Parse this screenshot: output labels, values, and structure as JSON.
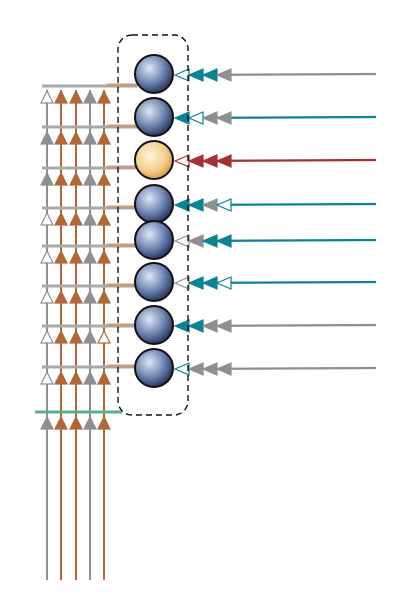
{
  "palette": {
    "gray": "#8f8f8f",
    "teal": "#0e8294",
    "red": "#a33232",
    "brown": "#b0673a",
    "brown_light": "#c79a82",
    "green": "#5fae8a",
    "node_blue_dark": "#1f2d55",
    "node_blue_light": "#c6d2ec",
    "node_gold_dark": "#b9853b",
    "node_gold_light": "#fde9c4",
    "outline": "#111111"
  },
  "nodes": [
    {
      "kind": "blue",
      "input_color": "gray",
      "arrow_fills": [
        "teal-open",
        "teal",
        "teal",
        "gray"
      ]
    },
    {
      "kind": "blue",
      "input_color": "teal",
      "arrow_fills": [
        "teal",
        "teal-open",
        "gray",
        "gray"
      ]
    },
    {
      "kind": "gold",
      "input_color": "red",
      "arrow_fills": [
        "red-open",
        "red",
        "red",
        "red"
      ]
    },
    {
      "kind": "blue",
      "input_color": "teal",
      "arrow_fills": [
        "teal",
        "teal",
        "gray",
        "teal-open"
      ]
    },
    {
      "kind": "blue",
      "input_color": "teal",
      "arrow_fills": [
        "gray-open",
        "gray",
        "teal",
        "teal"
      ]
    },
    {
      "kind": "blue",
      "input_color": "teal",
      "arrow_fills": [
        "gray-open",
        "teal",
        "teal",
        "teal-open"
      ]
    },
    {
      "kind": "blue",
      "input_color": "gray",
      "arrow_fills": [
        "teal",
        "teal",
        "gray",
        "gray"
      ]
    },
    {
      "kind": "blue",
      "input_color": "gray",
      "arrow_fills": [
        "teal-open",
        "gray",
        "gray",
        "gray"
      ]
    }
  ],
  "verticals": [
    "gray",
    "brown",
    "brown",
    "gray",
    "brown"
  ],
  "rows_arrows": [
    [
      "gray-open",
      "brown",
      "brown",
      "gray",
      "brown"
    ],
    [
      "gray",
      "brown",
      "brown",
      "gray",
      "brown"
    ],
    [
      "gray",
      "brown",
      "brown",
      "gray",
      "brown"
    ],
    [
      "gray-open",
      "brown",
      "brown",
      "gray",
      "brown"
    ],
    [
      "gray-open",
      "brown",
      "brown",
      "gray",
      "brown"
    ],
    [
      "gray-open",
      "brown",
      "brown",
      "gray",
      "brown"
    ],
    [
      "gray-open",
      "brown",
      "brown",
      "gray",
      "brown-open"
    ],
    [
      "gray-open",
      "brown",
      "brown",
      "gray",
      "brown"
    ],
    [
      "gray",
      "brown",
      "brown",
      "gray",
      "brown"
    ]
  ]
}
